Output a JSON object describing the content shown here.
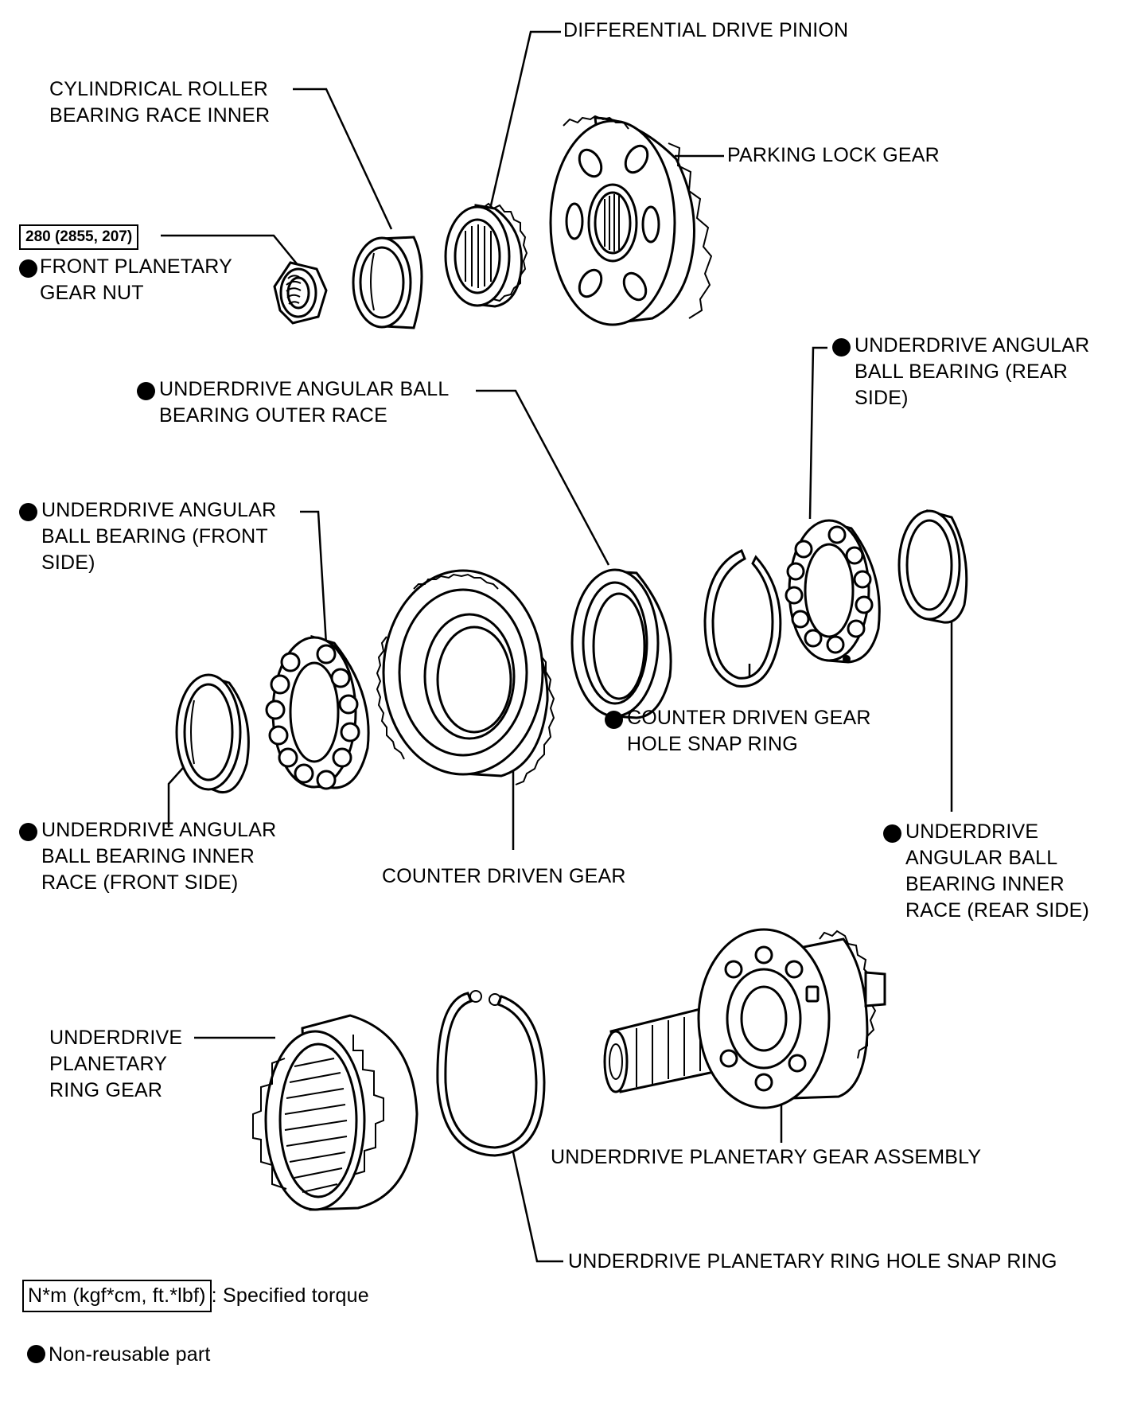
{
  "labels": {
    "differential_drive_pinion": "DIFFERENTIAL DRIVE PINION",
    "cyl_roller_line1": "CYLINDRICAL ROLLER",
    "cyl_roller_line2": "BEARING RACE INNER",
    "parking_lock_gear": "PARKING LOCK GEAR",
    "torque_value": "280 (2855, 207)",
    "front_nut_line1": "FRONT PLANETARY",
    "front_nut_line2": "GEAR NUT",
    "ud_ball_rear_line1": "UNDERDRIVE ANGULAR",
    "ud_ball_rear_line2": "BALL BEARING (REAR",
    "ud_ball_rear_line3": "SIDE)",
    "ud_outer_race_line1": "UNDERDRIVE ANGULAR BALL",
    "ud_outer_race_line2": "BEARING OUTER RACE",
    "ud_ball_front_line1": "UNDERDRIVE ANGULAR",
    "ud_ball_front_line2": "BALL BEARING (FRONT",
    "ud_ball_front_line3": "SIDE)",
    "counter_snap_line1": "COUNTER DRIVEN GEAR",
    "counter_snap_line2": "HOLE SNAP RING",
    "ud_inner_front_line1": "UNDERDRIVE ANGULAR",
    "ud_inner_front_line2": "BALL BEARING INNER",
    "ud_inner_front_line3": "RACE (FRONT SIDE)",
    "counter_driven_gear": "COUNTER DRIVEN GEAR",
    "ud_inner_rear_line1": "UNDERDRIVE",
    "ud_inner_rear_line2": "ANGULAR BALL",
    "ud_inner_rear_line3": "BEARING INNER",
    "ud_inner_rear_line4": "RACE (REAR SIDE)",
    "ring_gear_line1": "UNDERDRIVE",
    "ring_gear_line2": "PLANETARY",
    "ring_gear_line3": "RING GEAR",
    "planetary_assembly": "UNDERDRIVE PLANETARY GEAR ASSEMBLY",
    "ring_snap": "UNDERDRIVE PLANETARY RING HOLE SNAP RING"
  },
  "legend": {
    "torque_unit": "N*m (kgf*cm, ft.*lbf)",
    "torque_desc": ": Specified torque",
    "non_reusable": "Non-reusable part"
  }
}
